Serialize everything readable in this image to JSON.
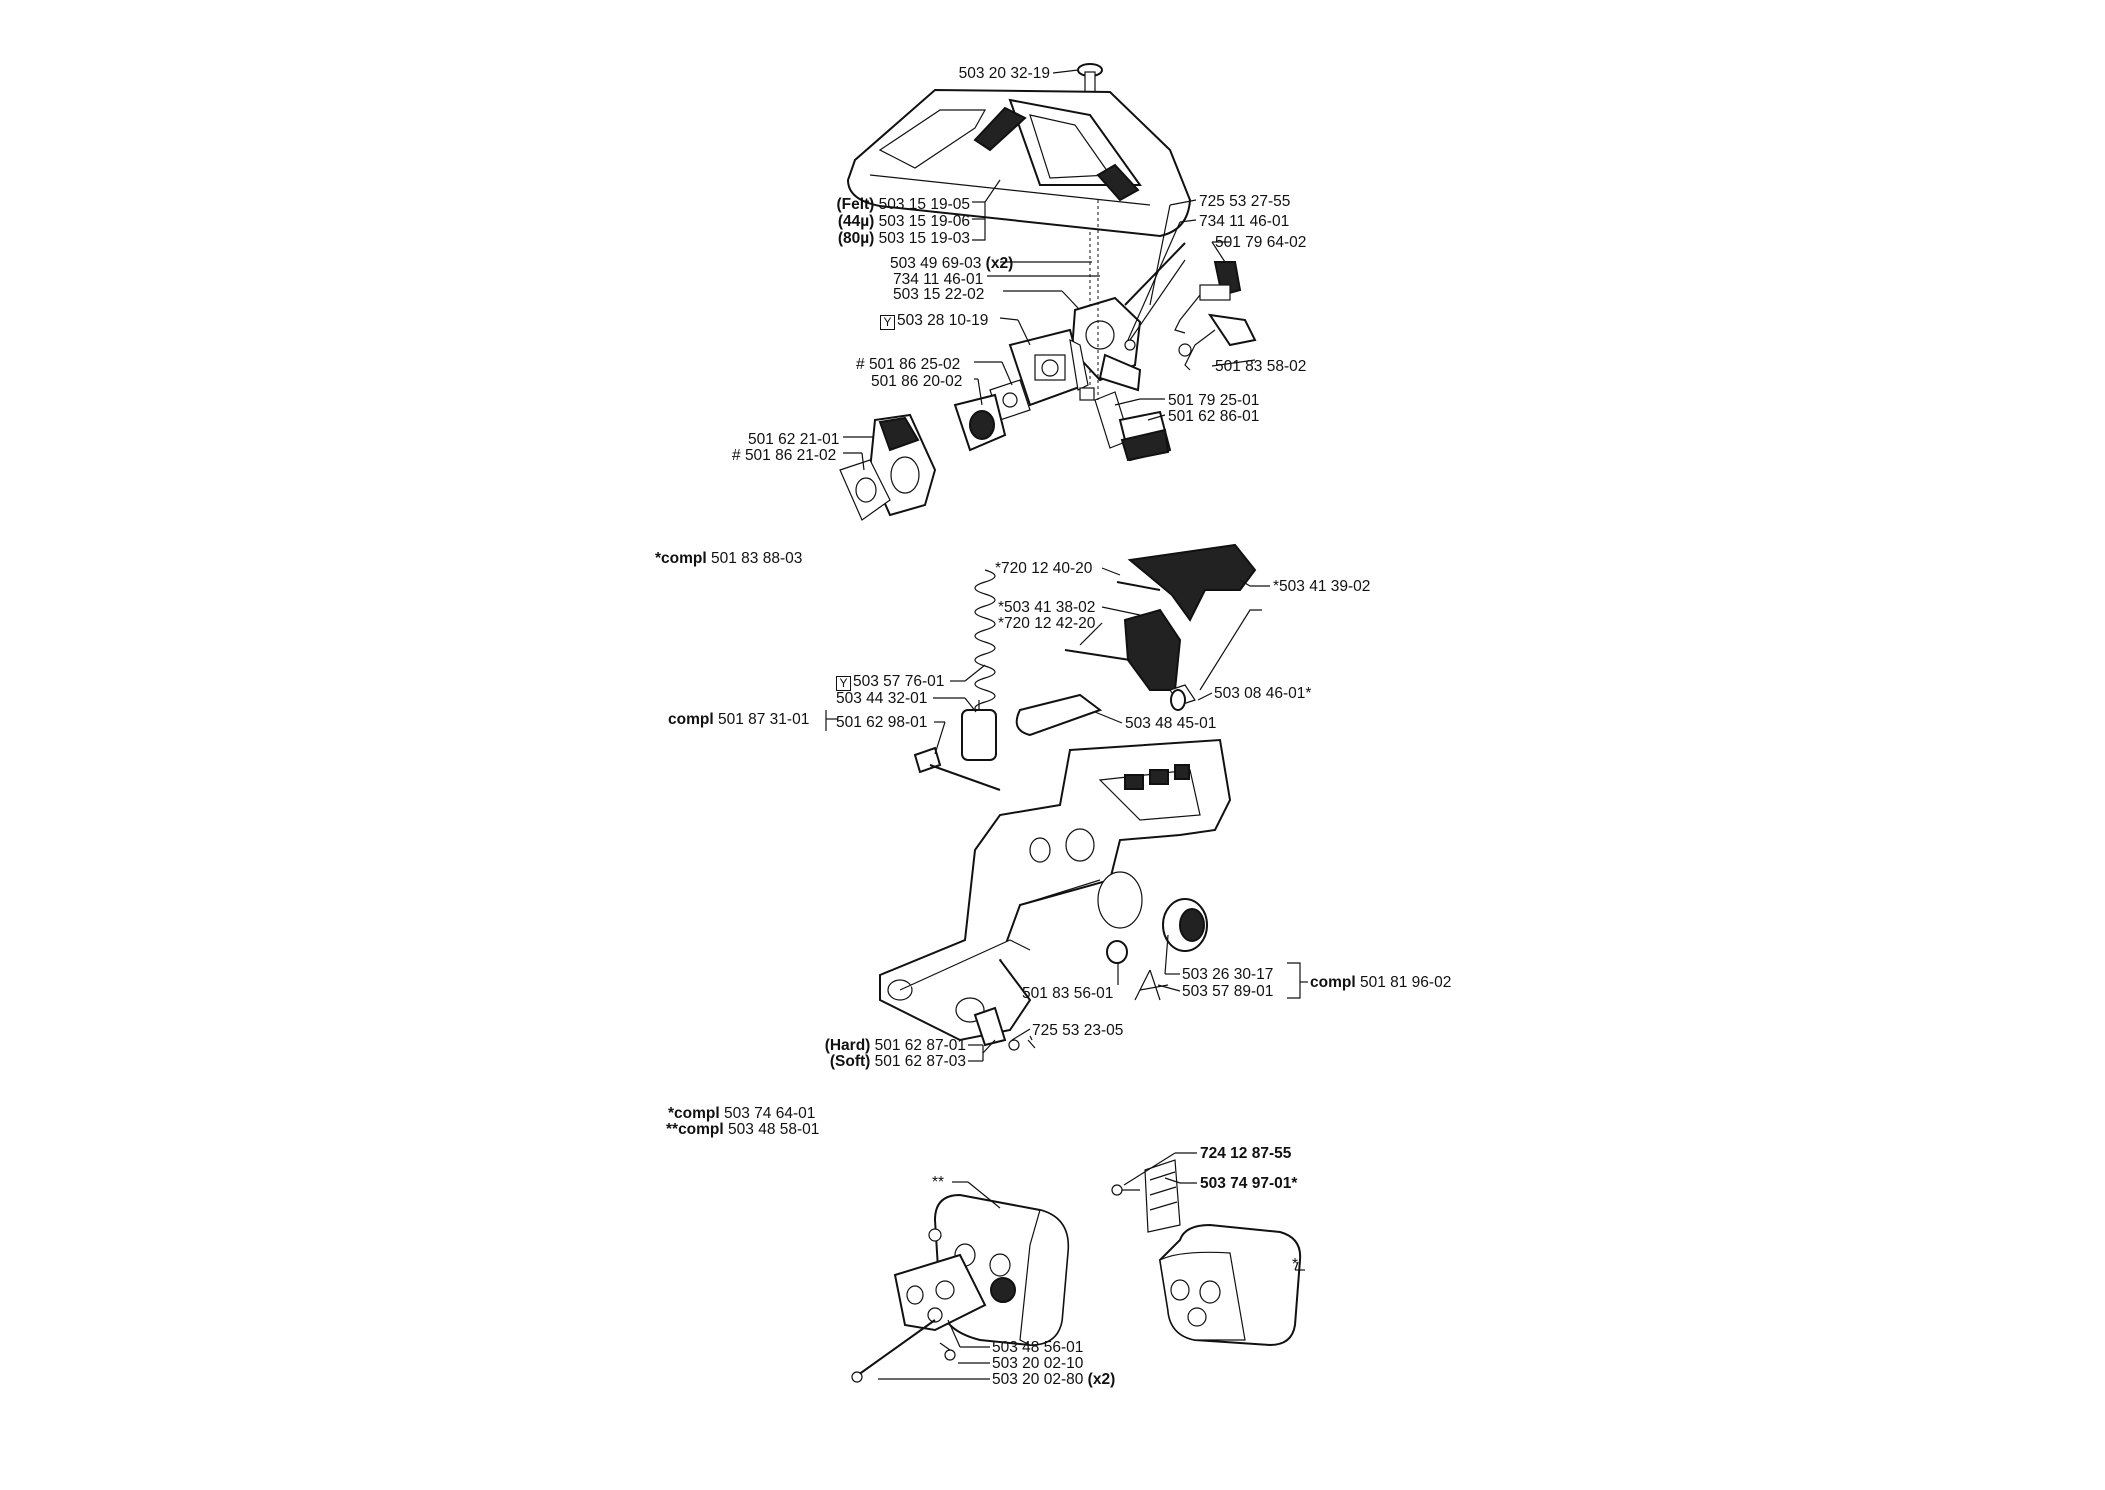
{
  "air_filter": {
    "screw": "503 20 32-19",
    "felt": {
      "qual": "(Felt)",
      "pn": "503 15 19-05"
    },
    "u44": {
      "qual": "(44µ)",
      "pn": "503 15 19-06"
    },
    "u80": {
      "qual": "(80µ)",
      "pn": "503 15 19-03"
    }
  },
  "carb": {
    "screw_x2": {
      "pn": "503 49 69-03",
      "qty": "(x2)"
    },
    "nut": "734 11 46-01",
    "flange": "503 15 22-02",
    "carb": {
      "mark": "Y",
      "pn": "503 28 10-19"
    },
    "gasket1": {
      "mark": "#",
      "pn": "501 86 25-02"
    },
    "gasket2": "501 86 20-02",
    "manifold": "501 62 21-01",
    "gasket3": {
      "mark": "#",
      "pn": "501 86 21-02"
    },
    "rod": "725 53 27-55",
    "nut2": "734 11 46-01",
    "choke": "501 79 64-02",
    "throttle": "501 83 58-02",
    "plate": "501 79 25-01",
    "cover": "501 62 86-01"
  },
  "tank": {
    "compl_top": {
      "kw": "*compl",
      "pn": "501 83 88-03"
    },
    "pin1": "*720 12 40-20",
    "trigger": "*503 41 39-02",
    "lockout": "*503 41 38-02",
    "pin2": "*720 12 42-20",
    "spring": {
      "mark": "Y",
      "pn": "503 57 76-01"
    },
    "filter": "503 44 32-01",
    "hose_compl": {
      "kw": "compl",
      "pn": "501 87 31-01"
    },
    "hose": "501 62 98-01",
    "sleeve": "503 08 46-01*",
    "wedge": "503 48 45-01",
    "cap1": "503 26 30-17",
    "cap2": "503 57 89-01",
    "cap_compl": {
      "kw": "compl",
      "pn": "501 81 96-02"
    },
    "bushing": "501 83 56-01",
    "screw": "725 53 23-05",
    "hard": {
      "qual": "(Hard)",
      "pn": "501 62 87-01"
    },
    "soft": {
      "qual": "(Soft)",
      "pn": "501 62 87-03"
    }
  },
  "muffler": {
    "compl1": {
      "kw": "*compl",
      "pn": "503 74 64-01"
    },
    "compl2": {
      "kw": "**compl",
      "pn": "503 48 58-01"
    },
    "stars2": "**",
    "star1": "*",
    "screw_b": "724 12 87-55",
    "screen": "503 74 97-01*",
    "plate": "503 48 56-01",
    "screw1": "503 20 02-10",
    "screw2": {
      "pn": "503 20 02-80",
      "qty": "(x2)"
    }
  }
}
